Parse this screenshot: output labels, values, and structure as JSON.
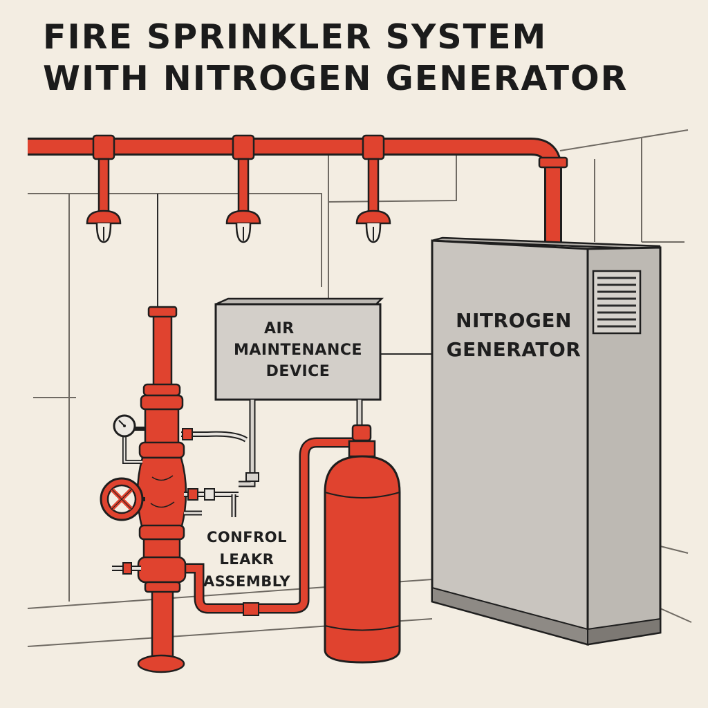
{
  "title": {
    "line1": "FIRE SPRINKLER SYSTEM",
    "line2": "WITH NITROGEN GENERATOR"
  },
  "components": {
    "air_maintenance_device": {
      "line1": "AIR",
      "line2": "MAINTENANCE",
      "line3": "DEVICE"
    },
    "nitrogen_generator": {
      "line1": "NITROGEN",
      "line2": "GENERATOR"
    },
    "control_valve_assembly": {
      "line1": "CONFROL",
      "line2": "LEAKR",
      "line3": "ASSEMBLY"
    }
  },
  "colors": {
    "pipe_red": "#e0432f",
    "outline": "#1e1e1e",
    "cabinet_gray": "#c9c5bf",
    "box_gray": "#d3cfc9",
    "background": "#f3ede2"
  }
}
